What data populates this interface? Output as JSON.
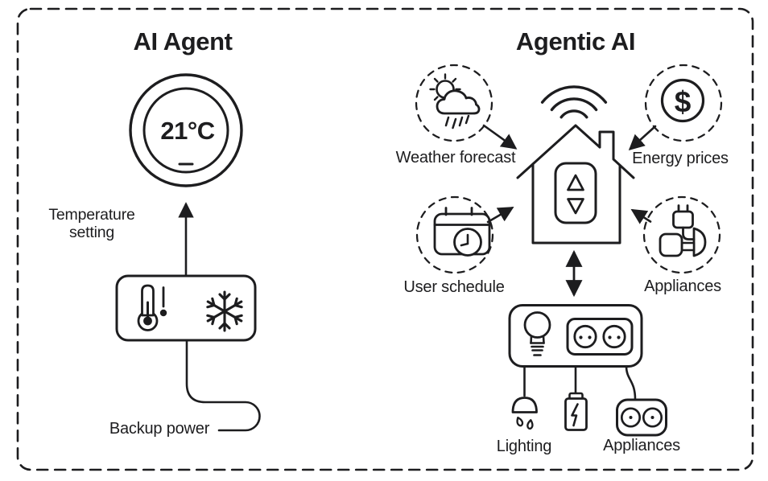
{
  "colors": {
    "ink": "#1d1d1f",
    "background": "#ffffff"
  },
  "panel_left": {
    "title": "AI Agent",
    "thermostat": {
      "value": "21°C",
      "icon": "thermostat-dial-icon"
    },
    "temperature_setting_label": "Temperature setting",
    "backup_power_label": "Backup power",
    "controller_icons": [
      "thermometer-icon",
      "snowflake-icon"
    ]
  },
  "panel_right": {
    "title": "Agentic AI",
    "hub_icons": [
      "wifi-icon",
      "smart-home-icon",
      "up-down-buttons-icon"
    ],
    "inputs": [
      {
        "label": "Weather forecast",
        "icon": "sun-cloud-rain-icon"
      },
      {
        "label": "Energy prices",
        "icon": "dollar-circle-icon",
        "glyph": "$"
      },
      {
        "label": "User schedule",
        "icon": "calendar-clock-icon"
      },
      {
        "label": "Appliances",
        "icon": "plug-icon"
      }
    ],
    "power_strip_icons": [
      "light-bulb-icon",
      "double-outlet-icon"
    ],
    "outputs": [
      {
        "label": "Lighting",
        "icon": "pendant-lamp-icon"
      },
      {
        "label": "Appliances",
        "icon": "socket-box-icon"
      }
    ]
  }
}
